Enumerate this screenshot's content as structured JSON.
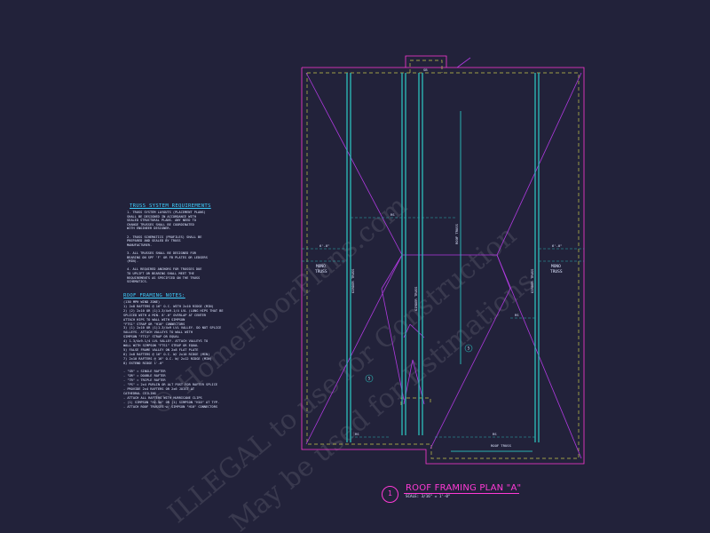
{
  "drawing": {
    "title": "ROOF FRAMING PLAN \"A\"",
    "scale": "SCALE: 3/16\" = 1'-0\"",
    "number": "1"
  },
  "truss_notes": {
    "title": "TRUSS SYSTEM REQUIREMENTS",
    "lines": [
      "1. TRUSS SYSTEM LAYOUTS (PLACEMENT PLANS)",
      "SHALL BE DESIGNED IN ACCORDANCE WITH",
      "SEALED STRUCTURAL PLANS. ANY NEED TO",
      "CHANGE TRUSSES SHALL BE COORDINATED",
      "WITH ENGINEER DESIGNER.",
      "",
      "2. TRUSS SCHEMATICS (PROFILES) SHALL BE",
      "PREPARED AND SEALED BY TRUSS",
      "MANUFACTURER.",
      "",
      "3. ALL TRUSSES SHALL BE DESIGNED FOR",
      "BEARING ON SPF 'F' OR FB PLATES OR LEDGERS",
      "(MIN).",
      "",
      "4. ALL REQUIRED ANCHORS FOR TRUSSES DUE",
      "TO UPLIFT OR BEARING SHALL MEET THE",
      "REQUIREMENTS AS SPECIFIED ON THE TRUSS",
      "SCHEMATICS."
    ]
  },
  "framing_notes": {
    "title": "ROOF FRAMING NOTES:",
    "lines": [
      "(130 MPH WIND ZONE)",
      "1) 2x8 RAFTERS @ 16\" O.C. WITH 2x10 RIDGE (MIN)",
      "2) (2) 2x10 OR (1)1.3/4x9.1/4 LVL (LONG HIPS THAT BE",
      "   SPLICED WITH A MIN. 8'-0\" OVERLAP AT CENTER",
      "   ATTACH HIPS TO WALL WITH SIMPSON",
      "   \"FTS1\" STRAP OR \"H10\" CONNECTORS",
      "3) (1) 2x10 OR (1)1.3/4x9 LVL VALLEY. DO NOT SPLICE",
      "   VALLEYS. ATTACH VALLEYS TO WALL WITH",
      "   SIMPSON \"FTS1\" STRAP OR EQUAL",
      "4) 1.3/4x9.1/4 LVL VALLEY. ATTACH VALLEYS TO",
      "   WALL WITH SIMPSON \"FTS1\" STRAP OR EQUAL",
      "5) FALSE FRAME VALLEY ON 2x8 FLAT PLATE",
      "6) 2x8 RAFTERS @ 16\" O.C. W/ 2x10 RIDGE (MIN)",
      "7) 2x10 RAFTERS @ 16\" O.C. W/ 2x12 RIDGE (MIN)",
      "8) EXTEND RIDGE 1'-0\"",
      "",
      "- \"SR\" = SINGLE RAFTER",
      "- \"DR\" = DOUBLE RAFTER",
      "- \"TR\" = TRIPLE RAFTER",
      "- \"PS\" = 2x4 PURLIN OR ALT POST FOR RAFTER SPLICE",
      "- PROVIDE 2x4 RAFTERS OR 2x6 JOIST AT",
      "  CATHEDRAL CEILING",
      "- ATTACH ALL RAFTERS WITH HURRICANE CLIPS",
      "- (1) SIMPSON \"H2.5A\" OR (1) SIMPSON \"H10\" AT TYP.",
      "- ATTACH ROOF TRUSSES w/ SIMPSON \"H10\" CONNECTORS"
    ]
  },
  "plan_labels": {
    "sb": "SB",
    "rs_mid": "RS",
    "rs_right": "RS",
    "rs_bottom_left": "RS",
    "rs_bottom_right": "RS",
    "roof_truss_vertical": "ROOF TRUSS",
    "roof_truss_bottom": "ROOF TRUSS",
    "girder_truss_left": "GIRDER TRUSS",
    "girder_truss_right": "GIRDER TRUSS",
    "girder_truss_center": "GIRDER TRUSS",
    "dim_left": "6'-0\"",
    "dim_right": "6'-0\"",
    "mono_left_1": "MONO",
    "mono_left_2": "TRUSS",
    "mono_right_1": "MONO",
    "mono_right_2": "TRUSS",
    "note_5": "5",
    "note_5b": "5"
  },
  "watermark": {
    "line1": "ILLEGAL to use for Construction",
    "line2": "© HomeFloorPlans.com",
    "line3": "May be used for Estimations"
  },
  "colors": {
    "background": "#22223a",
    "cyan": "#3fd0ff",
    "teal": "#2bb3b3",
    "magenta": "#ff3ad6",
    "yellow_dash": "#c9c94a",
    "white": "#dfe6ff",
    "purple": "#9a3fd0"
  }
}
